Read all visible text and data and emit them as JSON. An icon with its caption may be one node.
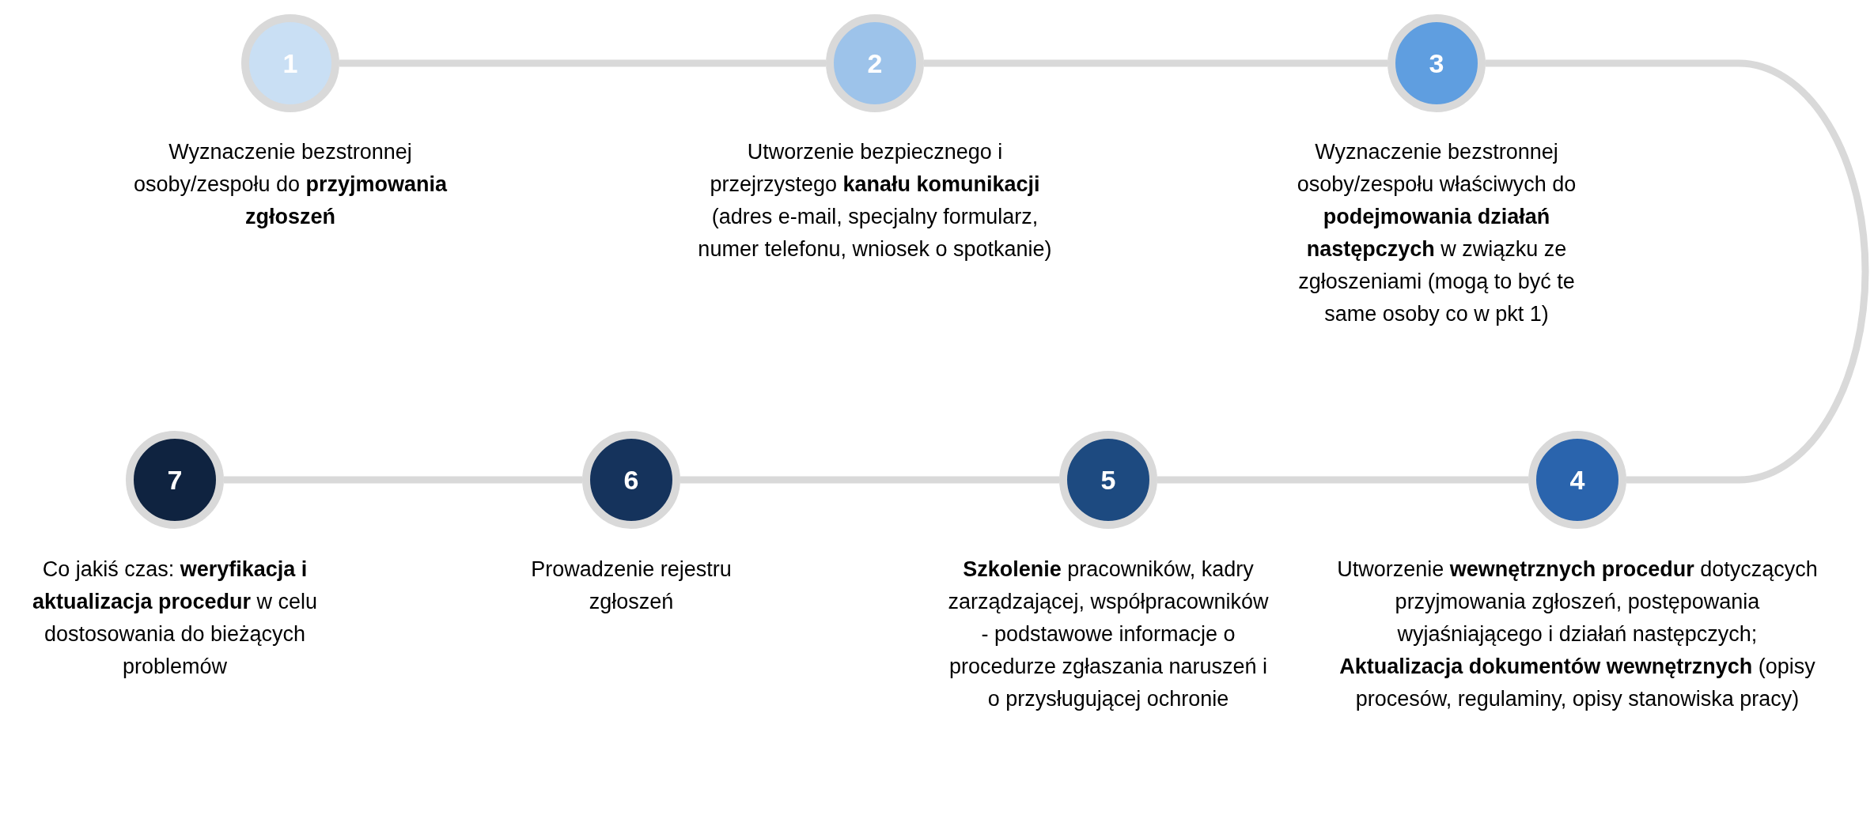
{
  "diagram": {
    "nodes": [
      {
        "text": [
          "1"
        ],
        "beside": [
          "Wyznaczenie bezstronnej osoby/zespołu do **przyjmowania zgłoszeń**"
        ]
      },
      {
        "text": [
          "2"
        ],
        "beside": [
          "Utworzenie bezpiecznego i przejrzystego **kanału komunikacji** (adres e-mail, specjalny formularz, numer telefonu, wniosek o spotkanie)"
        ]
      },
      {
        "text": [
          "3"
        ],
        "beside": [
          "Wyznaczenie bezstronnej osoby/zespołu właściwych do **podejmowania działań następczych** w związku ze zgłoszeniami (mogą to być te same osoby co w pkt 1)"
        ]
      },
      {
        "text": [
          "4"
        ],
        "beside": [
          "Utworzenie **wewnętrznych procedur** dotyczących przyjmowania zgłoszeń, postępowania wyjaśniającego i działań następczych; **Aktualizacja dokumentów wewnętrznych** (opisy procesów, regulaminy, opisy stanowiska pracy)"
        ]
      },
      {
        "text": [
          "5"
        ],
        "beside": [
          "**Szkolenie** pracowników, kadry zarządzającej, współpracowników - podstawowe informacje o procedurze zgłaszania naruszeń i o przysługującej ochronie"
        ]
      },
      {
        "text": [
          "6"
        ],
        "beside": [
          "Prowadzenie rejestru zgłoszeń"
        ]
      },
      {
        "text": [
          "7"
        ],
        "beside": [
          "Co jakiś czas: **weryfikacja i aktualizacja procedur** w celu dostosowania do bieżących problemów"
        ]
      }
    ],
    "edges": [
      {
        "from": 0,
        "to": 1,
        "arrow": "none"
      },
      {
        "from": 1,
        "to": 2,
        "arrow": "none"
      },
      {
        "from": 2,
        "to": 3,
        "arrow": "none"
      },
      {
        "from": 3,
        "to": 4,
        "arrow": "none"
      },
      {
        "from": 4,
        "to": 5,
        "arrow": "none"
      },
      {
        "from": 5,
        "to": 6,
        "arrow": "none"
      }
    ]
  }
}
